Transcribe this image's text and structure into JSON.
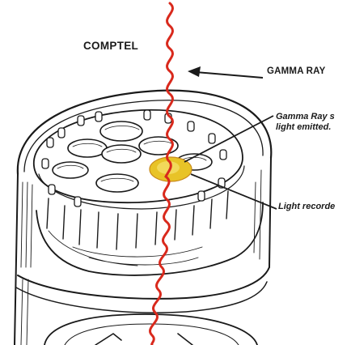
{
  "labels": {
    "instrument": "COMPTEL",
    "gamma_ray": "GAMMA RAY",
    "scatter_line1": "Gamma Ray s",
    "scatter_line2": "light emitted.",
    "light_recorded": "Light recorde"
  },
  "colors": {
    "ray": "#d9291c",
    "flash": "#e8c327",
    "flash_edge": "#c98a1a",
    "ink": "#1a1a1a"
  }
}
